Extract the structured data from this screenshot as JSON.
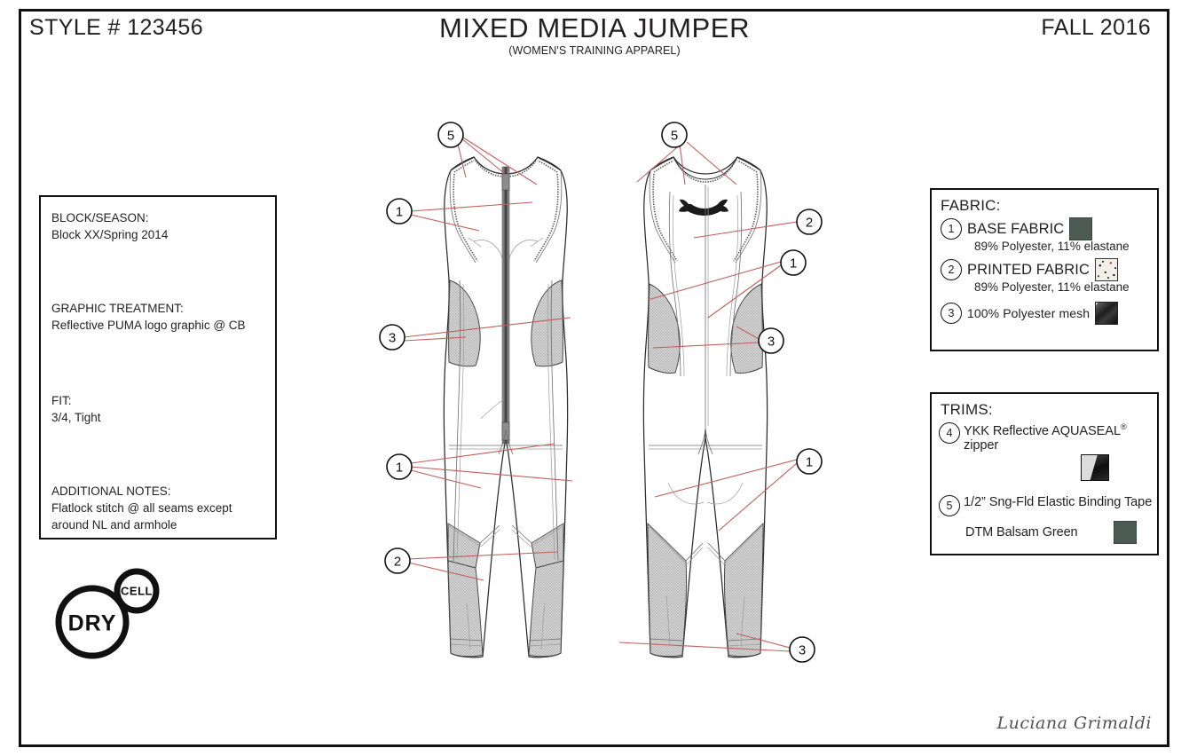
{
  "header": {
    "style_number": "STYLE # 123456",
    "title": "MIXED MEDIA JUMPER",
    "subtitle": "(WOMEN'S TRAINING APPAREL)",
    "season": "FALL 2016"
  },
  "notes": {
    "block_season_label": "BLOCK/SEASON:",
    "block_season_value": "Block XX/Spring 2014",
    "graphic_label": "GRAPHIC TREATMENT:",
    "graphic_value": "Reflective PUMA logo graphic @ CB",
    "fit_label": "FIT:",
    "fit_value": "3/4, Tight",
    "additional_label": "ADDITIONAL NOTES:",
    "additional_value_line1": "Flatlock stitch @ all seams except",
    "additional_value_line2": "around NL and armhole"
  },
  "fabric": {
    "title": "FABRIC:",
    "items": [
      {
        "callout": "1",
        "label": "BASE FABRIC",
        "sub": "89% Polyester, 11% elastane",
        "swatch_type": "solid",
        "swatch_color": "#4d5b55"
      },
      {
        "callout": "2",
        "label": "PRINTED FABRIC",
        "sub": "89% Polyester, 11% elastane",
        "swatch_type": "print",
        "swatch_color": "#f2efe9"
      },
      {
        "callout": "3",
        "label": "100% Polyester mesh",
        "sub": "",
        "swatch_type": "mesh",
        "swatch_color": "#1d1d1d"
      }
    ]
  },
  "trims": {
    "title": "TRIMS:",
    "items": [
      {
        "callout": "4",
        "label": "YKK Reflective AQUASEAL",
        "superscript": "®",
        "label_tail": " zipper",
        "swatch_type": "zip"
      },
      {
        "callout": "5",
        "label": "1/2” Sng-Fld Elastic Binding Tape",
        "sub": "DTM Balsam Green",
        "swatch_type": "tape",
        "swatch_color": "#4d5b55"
      }
    ]
  },
  "logo": {
    "dry": "DRY",
    "cell": "CELL"
  },
  "signature": "Luciana Grimaldi",
  "technical_drawing": {
    "front_view_callouts": [
      "5",
      "1",
      "3",
      "1",
      "2"
    ],
    "back_view_callouts": [
      "5",
      "2",
      "1",
      "3",
      "1",
      "3"
    ],
    "leader_color": "#c0605c",
    "mesh_fill": "#c9c9c9",
    "outline_color": "#2b2b2b"
  }
}
